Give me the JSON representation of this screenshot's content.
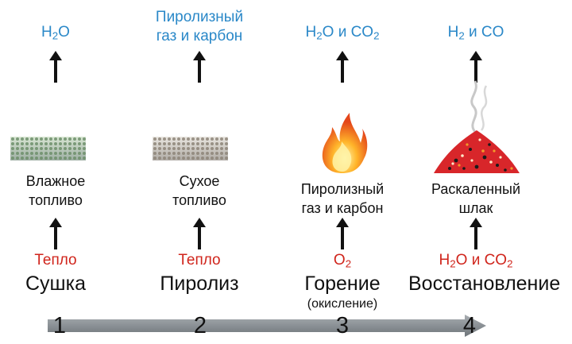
{
  "stages": [
    {
      "number": "1",
      "name": "Сушка",
      "subtitle": "",
      "input": [
        "Тепло"
      ],
      "material": [
        "Влажное",
        "топливо"
      ],
      "output": [
        "H",
        "2",
        "O"
      ]
    },
    {
      "number": "2",
      "name": "Пиролиз",
      "subtitle": "",
      "input": [
        "Тепло"
      ],
      "material": [
        "Сухое",
        "топливо"
      ],
      "output_lines": [
        "Пиролизный",
        "газ и карбон"
      ]
    },
    {
      "number": "3",
      "name": "Горение",
      "subtitle": "(окисление)",
      "input": [
        "O",
        "2"
      ],
      "material": [
        "Пиролизный",
        "газ и карбон"
      ],
      "output": [
        "H",
        "2",
        "O и CO",
        "2"
      ]
    },
    {
      "number": "4",
      "name": "Восстановление",
      "subtitle": "",
      "input": [
        "H",
        "2",
        "O и CO",
        "2"
      ],
      "material": [
        "Раскаленный",
        "шлак"
      ],
      "output": [
        "H",
        "2",
        " и CO"
      ]
    }
  ],
  "colors": {
    "output": "#2a88c8",
    "input": "#d0251c",
    "timeline": "#8f959a"
  }
}
